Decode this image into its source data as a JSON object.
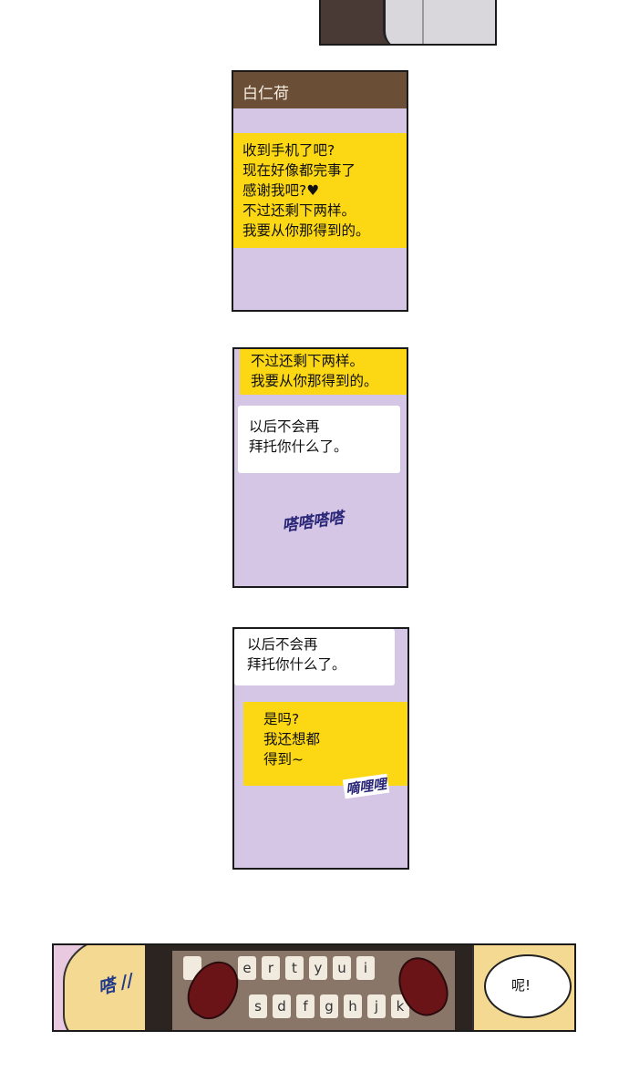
{
  "panel1": {
    "contact_name": "白仁荷",
    "message": "收到手机了吧?\n现在好像都完事了\n感谢我吧?♥\n不过还剩下两样。\n我要从你那得到的。"
  },
  "panel2": {
    "message_top": "不过还剩下两样。\n我要从你那得到的。",
    "reply": "以后不会再\n拜托你什么了。",
    "sfx": "嗒嗒嗒嗒"
  },
  "panel3": {
    "reply_top": "以后不会再\n拜托你什么了。",
    "message": "是吗?\n我还想都\n得到~",
    "sfx": "嘀哩哩"
  },
  "panel4": {
    "sfx_left": "嗒 //",
    "speech": "呢!",
    "keys_row1": [
      "e",
      "r",
      "t",
      "y",
      "u",
      "i"
    ],
    "keys_row2": [
      "s",
      "d",
      "f",
      "g",
      "h",
      "j",
      "k"
    ]
  },
  "colors": {
    "phone_background": "#d5c6e6",
    "incoming_bubble": "#fcd714",
    "outgoing_bubble": "#ffffff",
    "header": "#6a4e36"
  }
}
